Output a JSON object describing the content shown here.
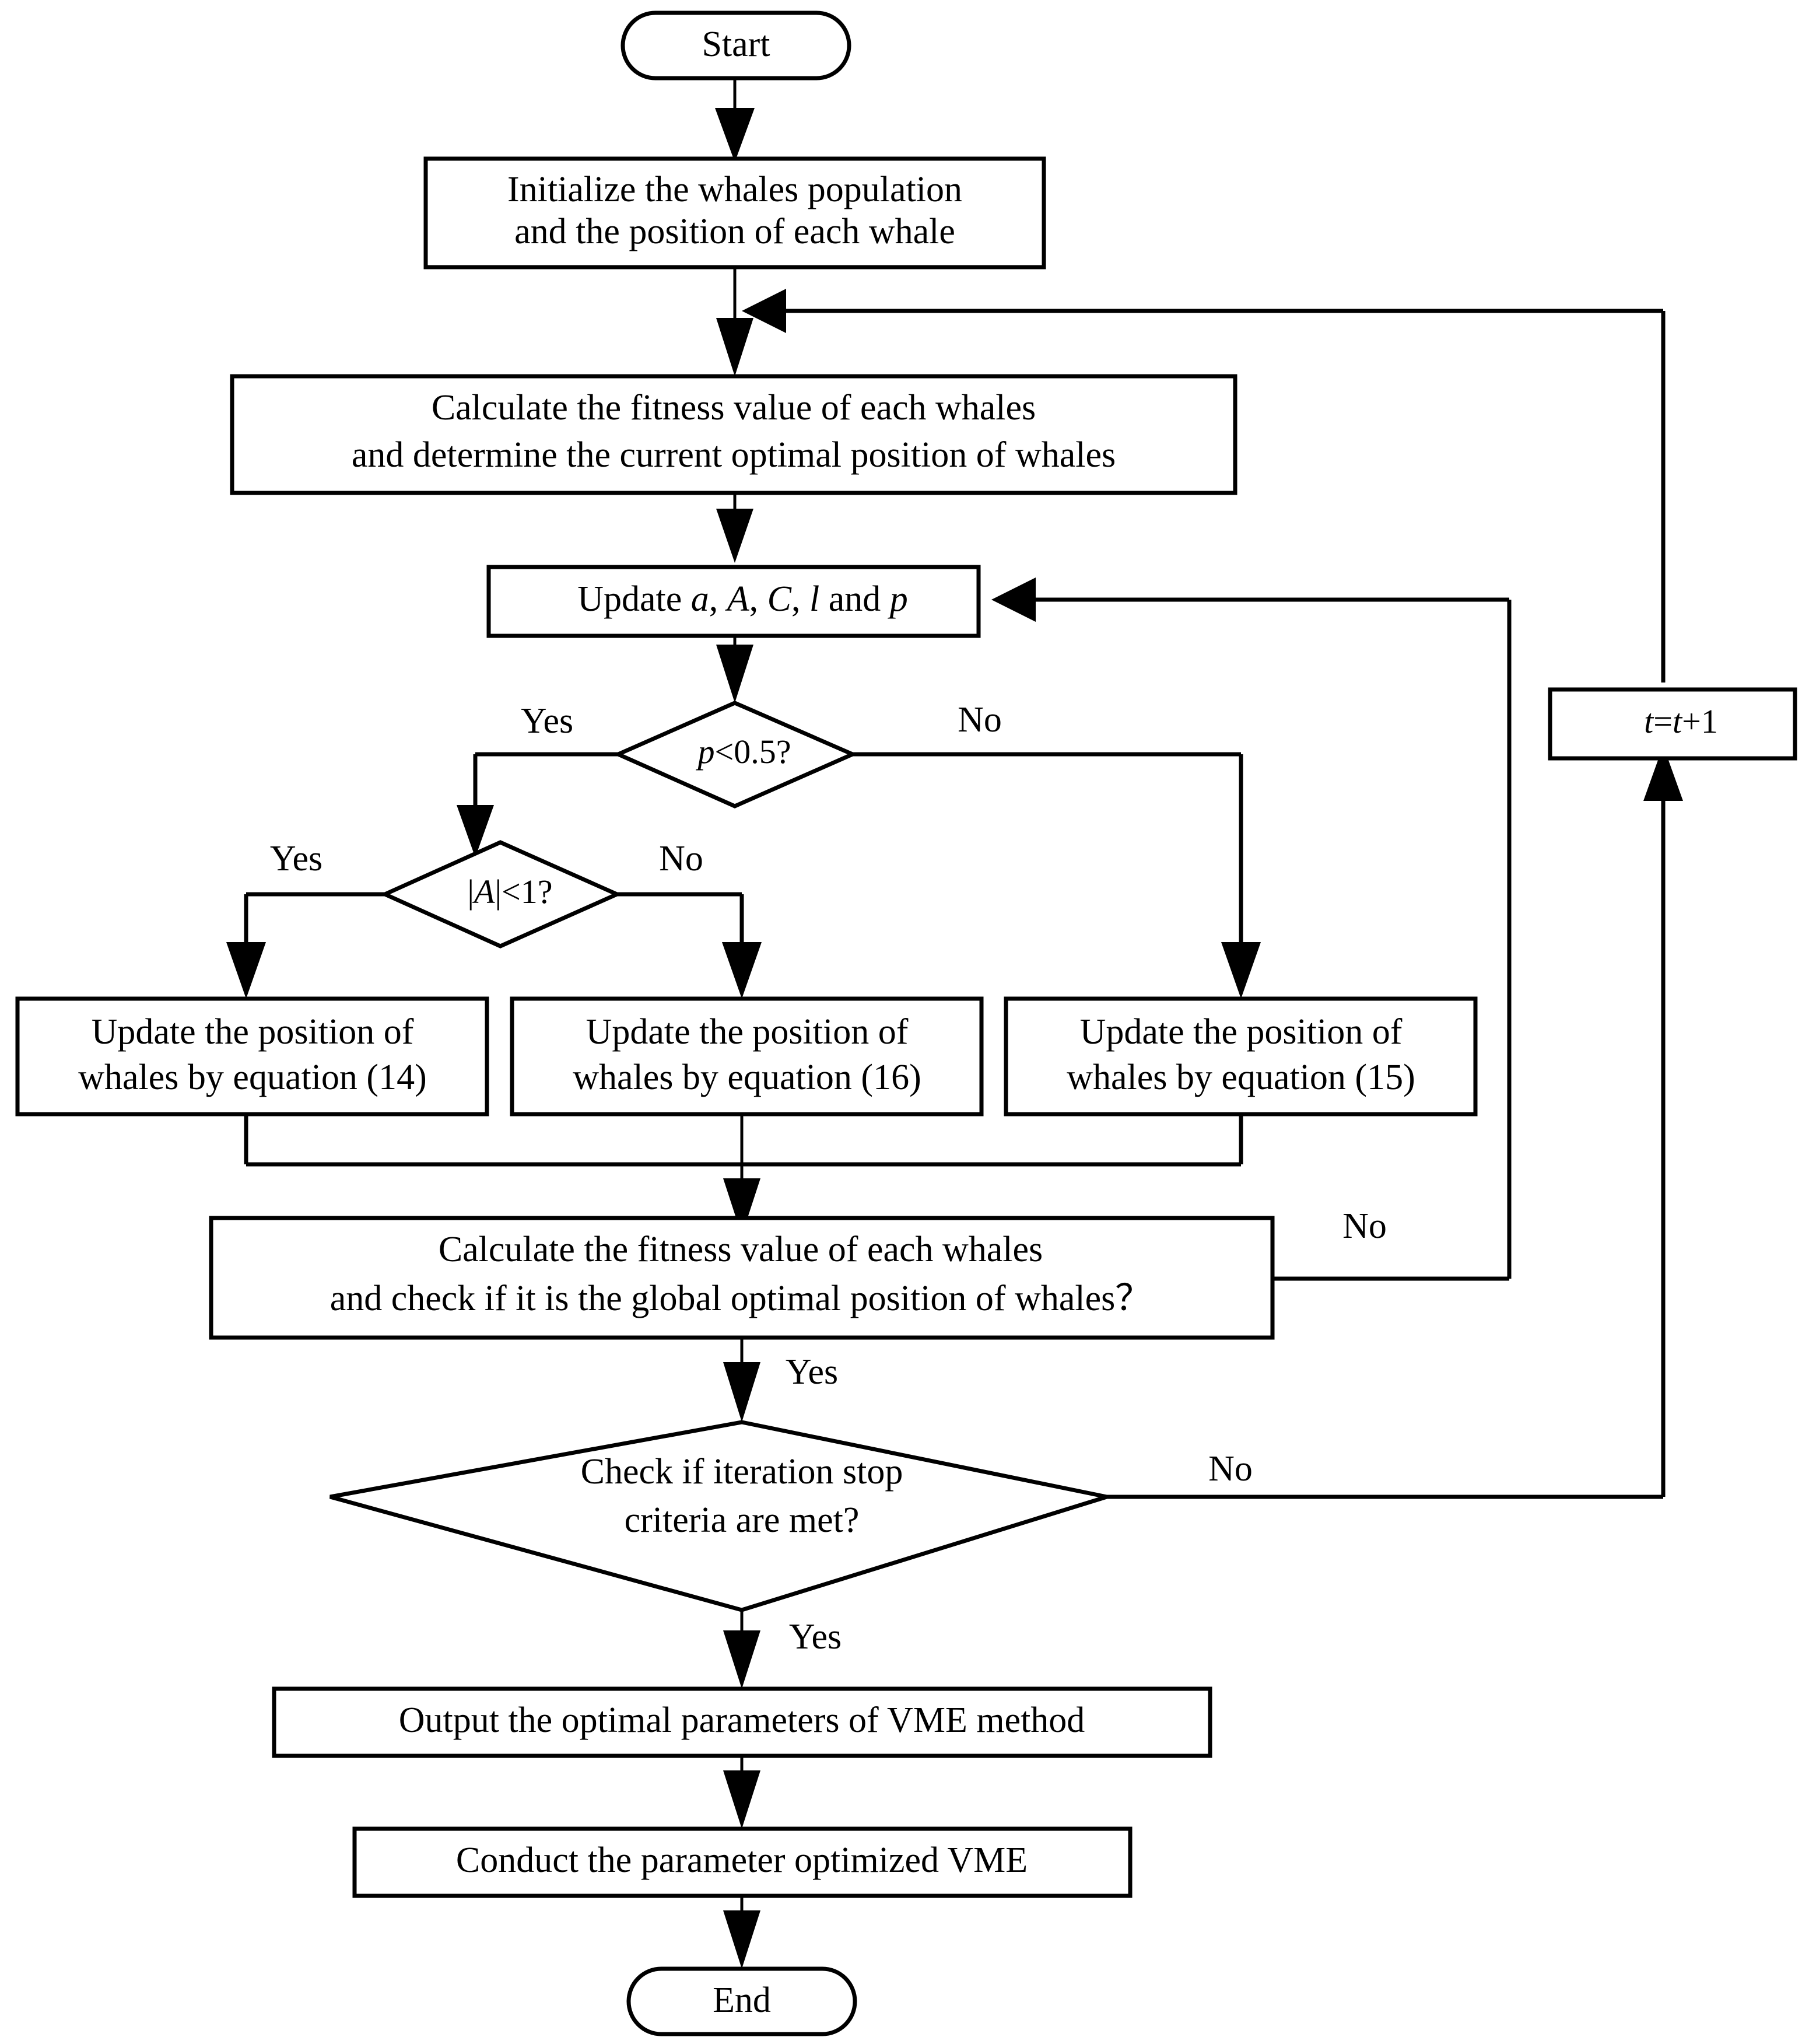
{
  "diagram": {
    "title": "Whale Optimization Algorithm flowchart for VME parameter optimization",
    "type": "flowchart",
    "background_color": "#ffffff",
    "line_color": "#000000",
    "nodes": {
      "start": {
        "label": "Start",
        "shape": "terminator"
      },
      "initialize": {
        "line1": "Initialize the whales population",
        "line2": "and the position of each whale",
        "shape": "process"
      },
      "calc_fitness_1": {
        "line1": "Calculate the fitness value of each whales",
        "line2": "and determine the current optimal position of whales",
        "shape": "process"
      },
      "update_params": {
        "prefix": "Update ",
        "v1": "a",
        "sep1": ", ",
        "v2": "A",
        "sep2": ", ",
        "v3": "C",
        "sep3": ", ",
        "v4": "l",
        "suffix": " and ",
        "v5": "p",
        "shape": "process"
      },
      "decision_p": {
        "var": "p",
        "rest": "<0.5?",
        "shape": "decision"
      },
      "decision_a": {
        "pre": "|",
        "var": "A",
        "rest": "|<1?",
        "shape": "decision"
      },
      "update_eq14": {
        "line1": "Update the position of",
        "line2": "whales by equation (14)",
        "shape": "process"
      },
      "update_eq16": {
        "line1": "Update the position of",
        "line2": "whales by equation (16)",
        "shape": "process"
      },
      "update_eq15": {
        "line1": "Update the position of",
        "line2": "whales by equation (15)",
        "shape": "process"
      },
      "calc_fitness_2": {
        "line1": "Calculate the fitness value of each whales",
        "line2": "and check if it is the global optimal position of whales？",
        "shape": "process"
      },
      "decision_stop": {
        "line1": "Check if iteration stop",
        "line2": "criteria are met?",
        "shape": "decision"
      },
      "increment_t": {
        "v1": "t",
        "eq": "=",
        "v2": "t",
        "plus": "+1",
        "shape": "process"
      },
      "output_params": {
        "label": "Output the optimal parameters of VME method",
        "shape": "process"
      },
      "conduct_vme": {
        "label": "Conduct the parameter optimized VME",
        "shape": "process"
      },
      "end": {
        "label": "End",
        "shape": "terminator"
      }
    },
    "edge_labels": {
      "p_yes": "Yes",
      "p_no": "No",
      "a_yes": "Yes",
      "a_no": "No",
      "fitness2_yes": "Yes",
      "fitness2_no": "No",
      "stop_no": "No",
      "stop_yes": "Yes"
    }
  }
}
